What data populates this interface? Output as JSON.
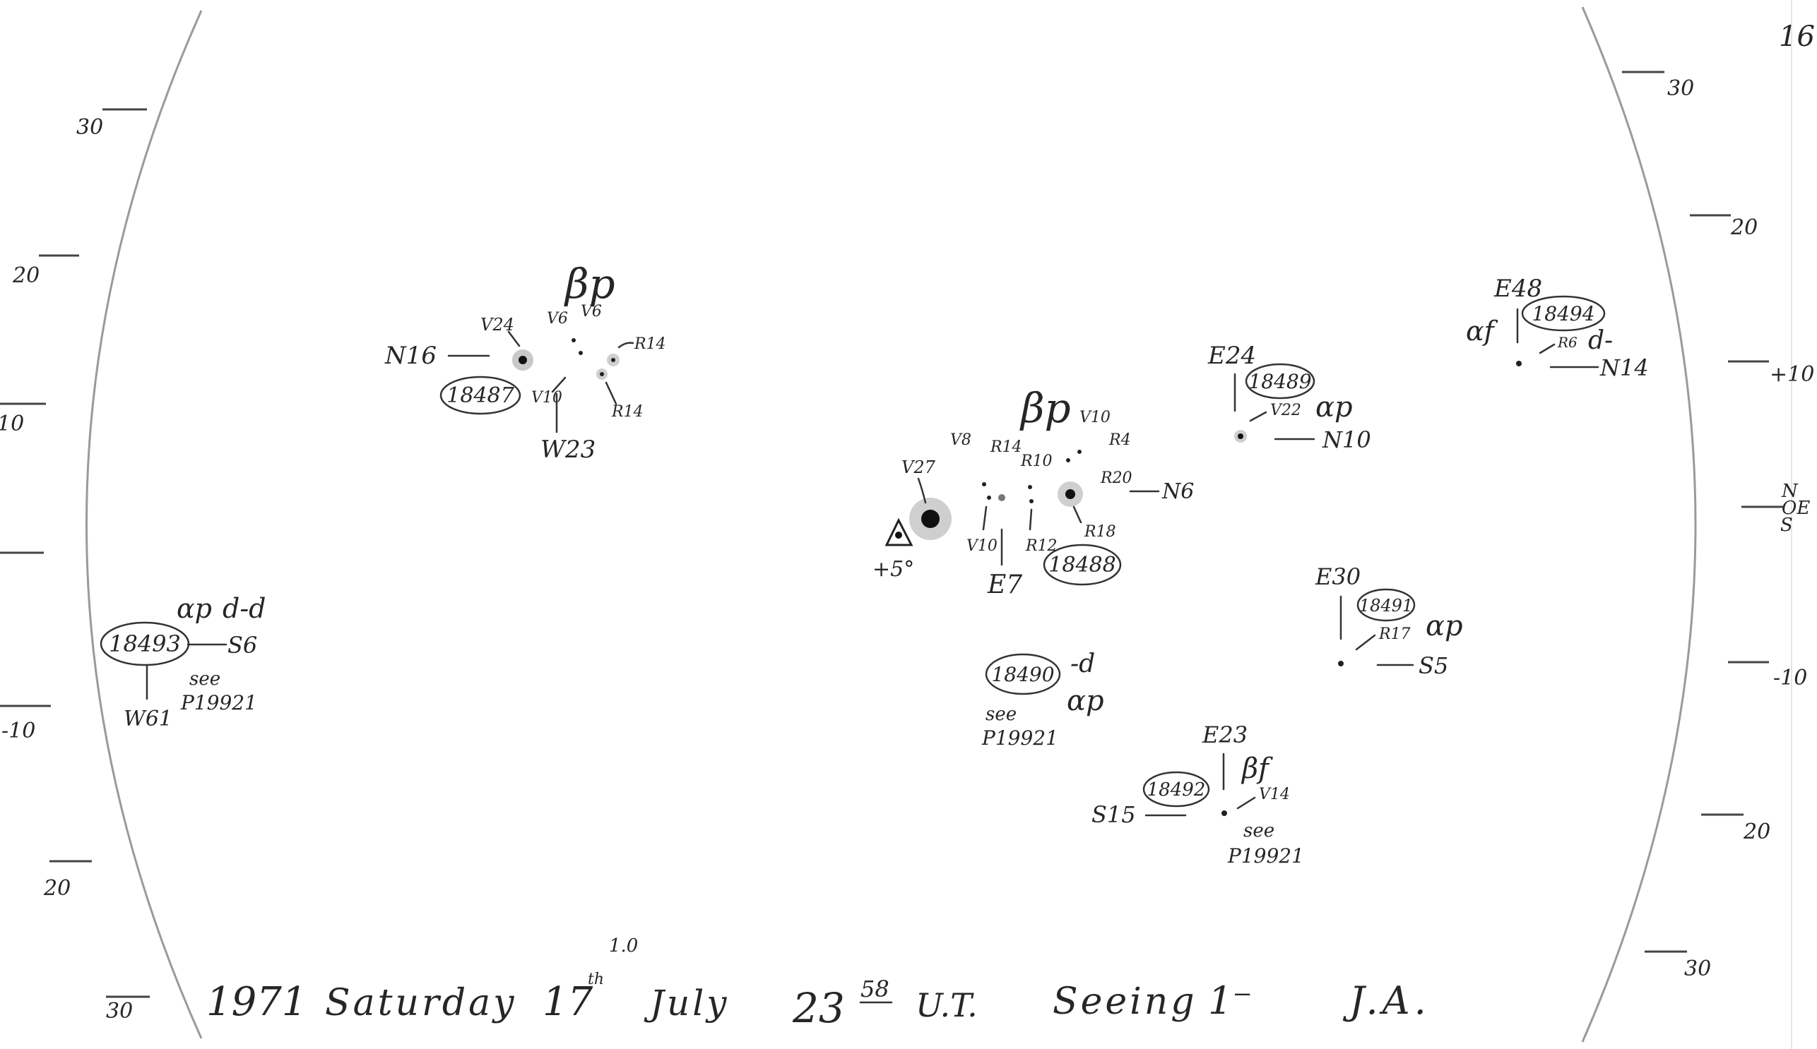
{
  "page": {
    "number": "16"
  },
  "footer": {
    "year": "1971",
    "weekday": "Saturday",
    "day": "17",
    "day_suffix": "th",
    "month": "July",
    "hour": "23",
    "minutes": "58",
    "seeing_magnitude": "1.0",
    "time_label": "U.T.",
    "seeing_label": "Seeing",
    "seeing_value": "1⁻",
    "observer": "J.A."
  },
  "scale": {
    "left": [
      "30",
      "20",
      "10",
      "-10",
      "20",
      "30"
    ],
    "right": [
      "30",
      "20",
      "+10",
      "-10",
      "20",
      "30"
    ],
    "equator_label": [
      "N",
      "OE",
      "S"
    ]
  },
  "groups": [
    {
      "region": "18487",
      "position_lat": "N16",
      "position_lon": "W23",
      "class": "βp",
      "spots": [
        "V24",
        "V6",
        "V6",
        "R14",
        "V10",
        "R14"
      ]
    },
    {
      "region": "18488",
      "position_lat": "N6",
      "position_lon": "E7",
      "class": "βp",
      "spots": [
        "V27",
        "V8",
        "R14",
        "R10",
        "V10",
        "R4",
        "R20",
        "V10",
        "R12",
        "R18"
      ],
      "facula": "+5°"
    },
    {
      "region": "18489",
      "position_lat": "N10",
      "position_lon": "E24",
      "class": "αp",
      "spots": [
        "V22"
      ]
    },
    {
      "region": "18490",
      "position_lat": "",
      "position_lon": "",
      "class": "αp",
      "suffix": "-d",
      "note": "see",
      "ref": "P19921"
    },
    {
      "region": "18491",
      "position_lat": "S5",
      "position_lon": "E30",
      "class": "αp",
      "spots": [
        "R17"
      ]
    },
    {
      "region": "18492",
      "position_lat": "S15",
      "position_lon": "E23",
      "class": "βf",
      "spots": [
        "V14"
      ],
      "note": "see",
      "ref": "P19921"
    },
    {
      "region": "18493",
      "position_lat": "S6",
      "position_lon": "W61",
      "class": "αp",
      "suffix": "d-d",
      "note": "see",
      "ref": "P19921"
    },
    {
      "region": "18494",
      "position_lat": "N14",
      "position_lon": "E48",
      "class": "αf",
      "suffix": "d-",
      "spots": [
        "R6"
      ]
    }
  ]
}
